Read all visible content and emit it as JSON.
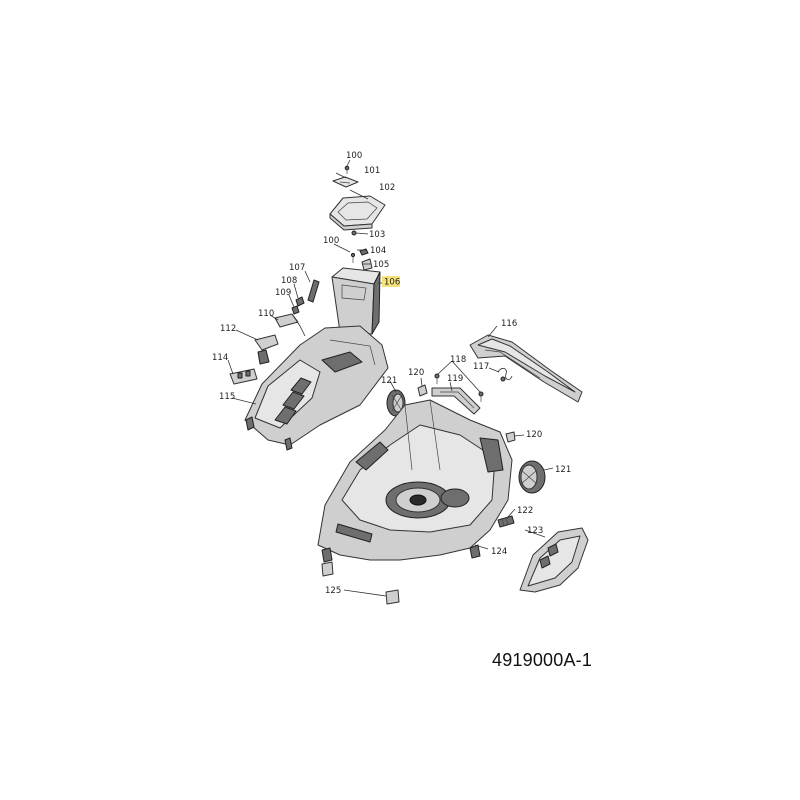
{
  "drawing_id": "4919000A-1",
  "highlight_color": "#f5e27a",
  "callouts": {
    "c100a": "100",
    "c101": "101",
    "c102": "102",
    "c103": "103",
    "c100b": "100",
    "c104": "104",
    "c105": "105",
    "c106": "106",
    "c107": "107",
    "c108": "108",
    "c109": "109",
    "c110": "110",
    "c112": "112",
    "c114": "114",
    "c115": "115",
    "c116": "116",
    "c117": "117",
    "c118": "118",
    "c119": "119",
    "c120a": "120",
    "c120b": "120",
    "c121a": "121",
    "c121b": "121",
    "c122": "122",
    "c123": "123",
    "c124": "124",
    "c125": "125"
  }
}
